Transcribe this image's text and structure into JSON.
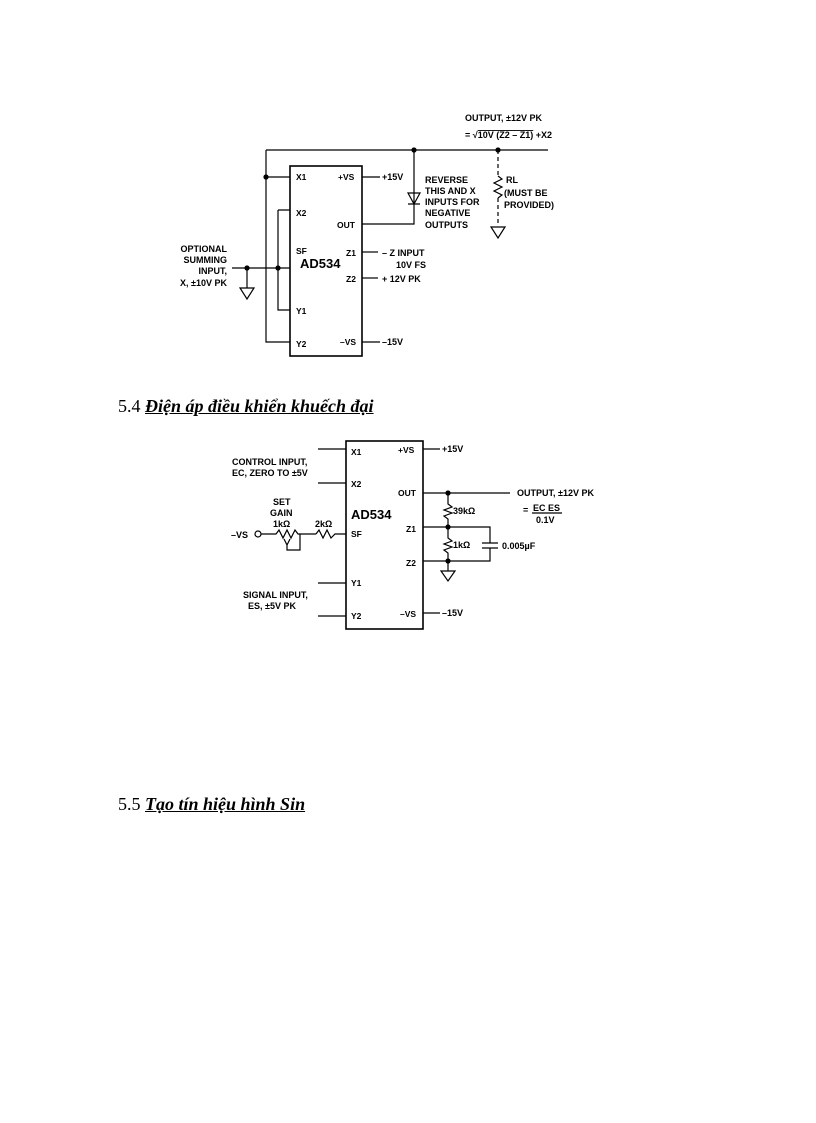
{
  "diagram1": {
    "output_title": "OUTPUT, ±12V PK",
    "output_formula_prefix": "= √",
    "output_formula_sqrt": "10V (Z2 – Z1)",
    "output_formula_suffix": " +X2",
    "rl_label": "RL",
    "rl_note_1": "(MUST BE",
    "rl_note_2": "PROVIDED)",
    "reverse_note": [
      "REVERSE",
      "THIS AND X",
      "INPUTS FOR",
      "NEGATIVE",
      "OUTPUTS"
    ],
    "optional_input": [
      "OPTIONAL",
      "SUMMING",
      "INPUT,",
      "X, ±10V PK"
    ],
    "z_input": [
      "– Z INPUT",
      "10V FS",
      "+ 12V PK"
    ],
    "pos_supply": "+15V",
    "neg_supply": "–15V",
    "chip_label": "AD534",
    "pins_left": [
      "X1",
      "X2",
      "SF",
      "Y1",
      "Y2"
    ],
    "pins_right": [
      "+VS",
      "OUT",
      "Z1",
      "Z2",
      "–VS"
    ]
  },
  "section_5_4": {
    "number": "5.4",
    "title": "Điện áp điều khiển khuếch đại"
  },
  "diagram2": {
    "control_input": [
      "CONTROL INPUT,",
      "EC, ZERO TO ±5V"
    ],
    "set_gain": [
      "SET",
      "GAIN"
    ],
    "pot_value": "1kΩ",
    "resistor_value": "2kΩ",
    "neg_vs": "–VS",
    "signal_input": [
      "SIGNAL INPUT,",
      "ES, ±5V PK"
    ],
    "chip_label": "AD534",
    "pins_left": [
      "X1",
      "X2",
      "SF",
      "Y1",
      "Y2"
    ],
    "pins_right": [
      "+VS",
      "OUT",
      "Z1",
      "Z2",
      "–VS"
    ],
    "pos_supply": "+15V",
    "neg_supply": "–15V",
    "r_top": "39kΩ",
    "r_bottom": "1kΩ",
    "capacitor": "0.005µF",
    "output_title": "OUTPUT, ±12V PK",
    "output_eq_prefix": "=",
    "output_eq_numerator": "EC ES",
    "output_eq_denominator": "0.1V"
  },
  "section_5_5": {
    "number": "5.5",
    "title": "Tạo tín hiệu hình Sin"
  }
}
